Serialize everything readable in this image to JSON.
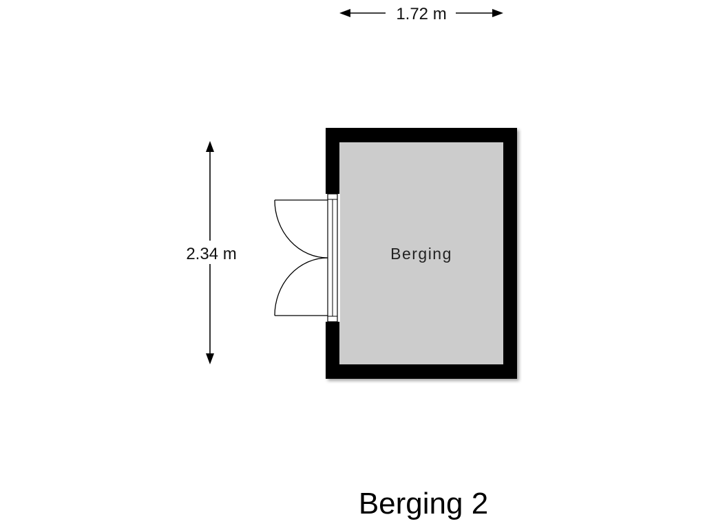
{
  "plan": {
    "title": "Berging 2",
    "room_label": "Berging",
    "width_dimension": "1.72 m",
    "depth_dimension": "2.34 m",
    "colors": {
      "wall": "#000000",
      "floor": "#cccccc",
      "door_line": "#000000",
      "text": "#111111"
    }
  }
}
